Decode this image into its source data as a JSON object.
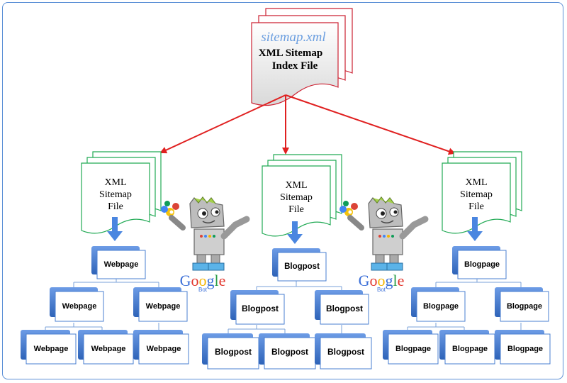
{
  "index_file": {
    "filename": "sitemap.xml",
    "title_line1": "XML Sitemap",
    "title_line2": "Index File"
  },
  "sitemap_files": [
    {
      "line1": "XML",
      "line2": "Sitemap",
      "line3": "File"
    },
    {
      "line1": "XML",
      "line2": "Sitemap",
      "line3": "File"
    },
    {
      "line1": "XML",
      "line2": "Sitemap",
      "line3": "File"
    }
  ],
  "trees": [
    {
      "root": "Webpage",
      "level2": [
        "Webpage",
        "Webpage"
      ],
      "level3": [
        "Webpage",
        "Webpage",
        "Webpage"
      ]
    },
    {
      "root": "Blogpost",
      "level2": [
        "Blogpost",
        "Blogpost"
      ],
      "level3": [
        "Blogpost",
        "Blogpost",
        "Blogpost"
      ]
    },
    {
      "root": "Blogpage",
      "level2": [
        "Blogpage",
        "Blogpage"
      ],
      "level3": [
        "Blogpage",
        "Blogpage",
        "Blogpage"
      ]
    }
  ],
  "mascot": {
    "logo_text": "Google",
    "logo_subtext": "Bot",
    "logo_colors": [
      "#3b6fd8",
      "#e2352c",
      "#f4b400",
      "#3b6fd8",
      "#2a9d46",
      "#e2352c"
    ]
  },
  "colors": {
    "arrow": "#e02020",
    "node_blue": "#4a7fd0",
    "connector": "#7aa0d8",
    "sitemap_border": "#22aa55",
    "index_border": "#cc2233",
    "index_filename": "#6c9fe0"
  }
}
